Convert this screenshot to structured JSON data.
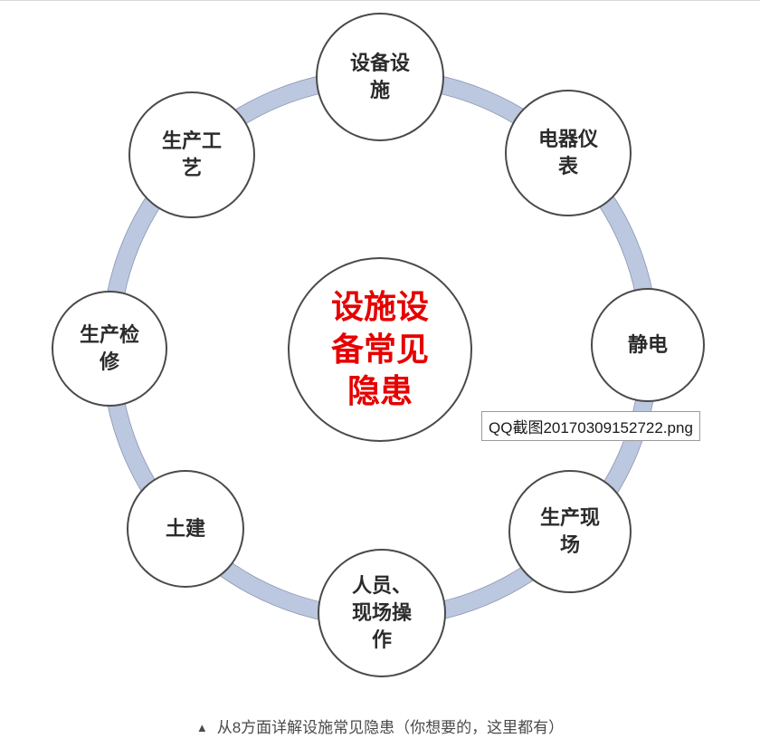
{
  "diagram": {
    "center": {
      "label": "设施设备常见隐患",
      "color": "#e60000"
    },
    "nodes": [
      {
        "label": "设备设施"
      },
      {
        "label": "电器仪表"
      },
      {
        "label": "静电"
      },
      {
        "label": "生产现场"
      },
      {
        "label": "人员、现场操作"
      },
      {
        "label": "土建"
      },
      {
        "label": "生产检修"
      },
      {
        "label": "生产工艺"
      }
    ],
    "ring_color": "#bcc7e0",
    "ring_edge_color": "#8a97b5",
    "node_border_color": "#4a4a4a"
  },
  "overlay": {
    "filename": "QQ截图20170309152722.png"
  },
  "caption": {
    "marker": "▲",
    "text": "从8方面详解设施常见隐患（你想要的，这里都有）"
  }
}
